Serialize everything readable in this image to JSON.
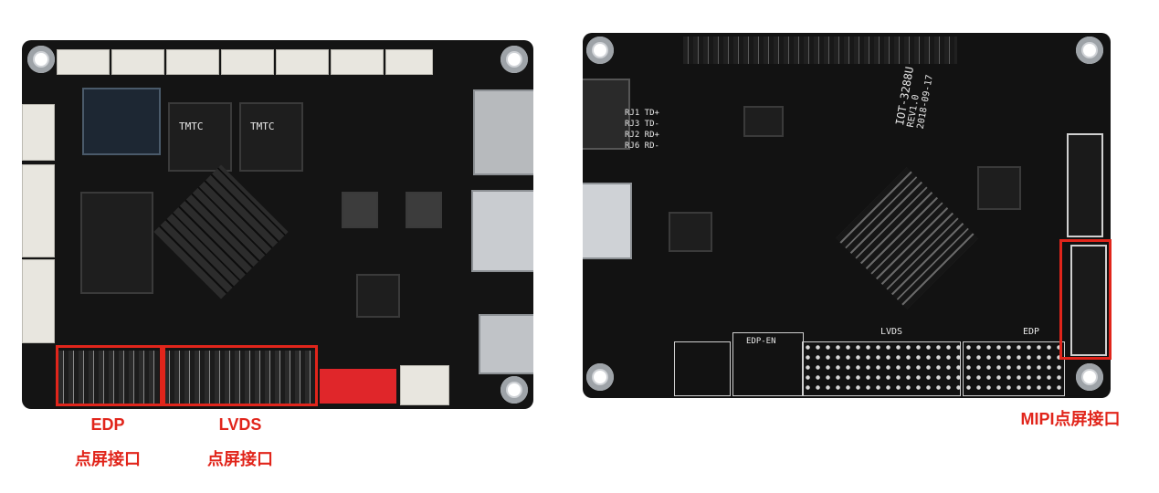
{
  "labels": {
    "edp_title": "EDP",
    "edp_sub": "点屏接口",
    "lvds_title": "LVDS",
    "lvds_sub": "点屏接口",
    "mipi": "MIPI点屏接口"
  },
  "silkscreen": {
    "chip_a": "TMTC",
    "chip_b": "TMTC",
    "board_id": "IOT-3288U",
    "rev": "REV1.0",
    "date": "2018-09-17",
    "lvds": "LVDS",
    "edp": "EDP",
    "edp_en": "EDP-EN",
    "rj_labels": "RJ1 TD+ RJ3 TD- RJ2 RD+ RJ6 RD-"
  },
  "colors": {
    "pcb": "#141414",
    "highlight": "#e1251b",
    "connector": "#e8e6df"
  }
}
